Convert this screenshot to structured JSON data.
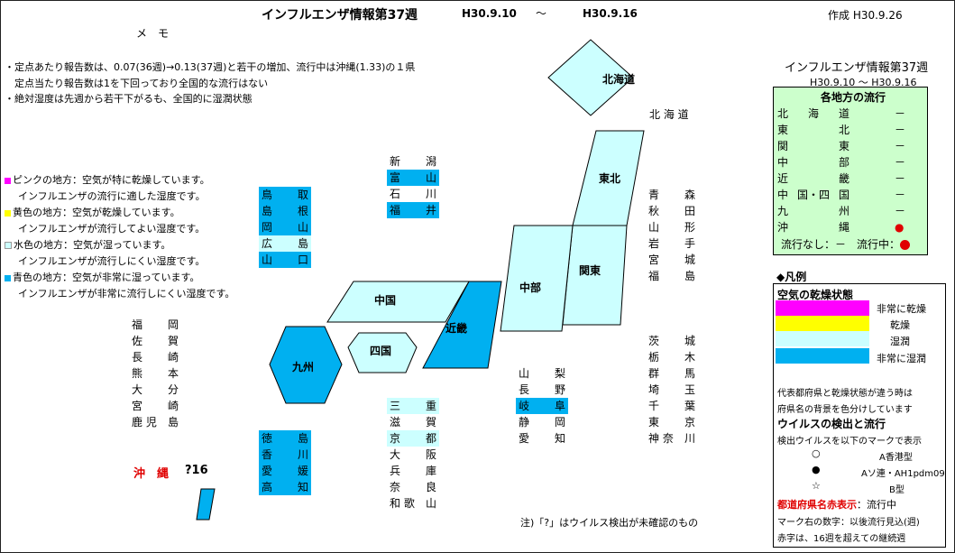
{
  "header": {
    "title": "インフルエンザ情報第37週",
    "date_from": "H30.9.10",
    "tilde": "～",
    "date_to": "H30.9.16",
    "created": "作成 H30.9.26"
  },
  "memo": {
    "title": "メ　モ",
    "lines": [
      "・定点あたり報告数は、0.07(36週)→0.13(37週)と若干の増加、流行中は沖縄(1.33)の１県",
      "　定点当たり報告数は1を下回っており全国的な流行はない",
      "・絶対湿度は先週から若干下がるも、全国的に湿潤状態"
    ]
  },
  "humidity_notes": [
    {
      "color": "#ff00ff",
      "label": "ピンクの地方：空気が特に乾燥しています。",
      "sub": "インフルエンザの流行に適した湿度です。"
    },
    {
      "color": "#ffff00",
      "label": "黄色の地方：空気が乾燥しています。",
      "sub": "インフルエンザが流行してよい湿度です。"
    },
    {
      "color": "#ccffff",
      "label": "水色の地方：空気が湿っています。",
      "sub": "インフルエンザが流行しにくい湿度です。"
    },
    {
      "color": "#00b0f0",
      "label": "青色の地方：空気が非常に湿っています。",
      "sub": "インフルエンザが非常に流行しにくい湿度です。"
    }
  ],
  "regions": {
    "hokkaido": "北海道",
    "tohoku": "東北",
    "kanto": "関東",
    "chubu": "中部",
    "kinki": "近畿",
    "chugoku": "中国",
    "shikoku": "四国",
    "kyushu": "九州"
  },
  "hokkaido_label": "北 海 道",
  "prefs": {
    "chugoku": [
      [
        "鳥",
        "取"
      ],
      [
        "島",
        "根"
      ],
      [
        "岡",
        "山"
      ],
      [
        "広",
        "島"
      ],
      [
        "山",
        "口"
      ]
    ],
    "hokuriku": [
      [
        "新",
        "潟"
      ],
      [
        "富",
        "山"
      ],
      [
        "石",
        "川"
      ],
      [
        "福",
        "井"
      ]
    ],
    "tohoku": [
      [
        "青",
        "森"
      ],
      [
        "秋",
        "田"
      ],
      [
        "山",
        "形"
      ],
      [
        "岩",
        "手"
      ],
      [
        "宮",
        "城"
      ],
      [
        "福",
        "島"
      ]
    ],
    "kyushu": [
      [
        "福",
        "岡"
      ],
      [
        "佐",
        "賀"
      ],
      [
        "長",
        "崎"
      ],
      [
        "熊",
        "本"
      ],
      [
        "大",
        "分"
      ],
      [
        "宮",
        "崎"
      ],
      [
        "鹿 児",
        "島"
      ]
    ],
    "kanto": [
      [
        "茨",
        "城"
      ],
      [
        "栃",
        "木"
      ],
      [
        "群",
        "馬"
      ],
      [
        "埼",
        "玉"
      ],
      [
        "千",
        "葉"
      ],
      [
        "東",
        "京"
      ],
      [
        "神 奈",
        "川"
      ]
    ],
    "chubu": [
      [
        "山",
        "梨"
      ],
      [
        "長",
        "野"
      ],
      [
        "岐",
        "阜"
      ],
      [
        "静",
        "岡"
      ],
      [
        "愛",
        "知"
      ]
    ],
    "kinki": [
      [
        "三",
        "重"
      ],
      [
        "滋",
        "賀"
      ],
      [
        "京",
        "都"
      ],
      [
        "大",
        "阪"
      ],
      [
        "兵",
        "庫"
      ],
      [
        "奈",
        "良"
      ],
      [
        "和 歌",
        "山"
      ]
    ],
    "shikoku": [
      [
        "徳",
        "島"
      ],
      [
        "香",
        "川"
      ],
      [
        "愛",
        "媛"
      ],
      [
        "高",
        "知"
      ]
    ]
  },
  "okinawa": {
    "name": "沖　縄",
    "mark": "?16"
  },
  "note": "注)「?」はウイルス検出が未確認のもの",
  "right_panel": {
    "title": "インフルエンザ情報第37週",
    "dates": "H30.9.10 ～ H30.9.16",
    "table_title": "各地方の流行",
    "rows": [
      {
        "name": [
          "北",
          "海",
          "道"
        ],
        "status": "－"
      },
      {
        "name": [
          "東",
          "",
          "北"
        ],
        "status": "－"
      },
      {
        "name": [
          "関",
          "",
          "東"
        ],
        "status": "－"
      },
      {
        "name": [
          "中",
          "",
          "部"
        ],
        "status": "－"
      },
      {
        "name": [
          "近",
          "",
          "畿"
        ],
        "status": "－"
      },
      {
        "name": [
          "中",
          "国・四",
          "国"
        ],
        "status": "－"
      },
      {
        "name": [
          "九",
          "",
          "州"
        ],
        "status": "－"
      },
      {
        "name": [
          "沖",
          "",
          "縄"
        ],
        "status": "●"
      }
    ],
    "footer_none": "流行なし：－",
    "footer_active": "流行中："
  },
  "legend": {
    "title": "◆凡例",
    "subtitle": "空気の乾燥状態",
    "items": [
      {
        "color": "#ff00ff",
        "label": "非常に乾燥"
      },
      {
        "color": "#ffff00",
        "label": "乾燥"
      },
      {
        "color": "#ccffff",
        "label": "湿潤"
      },
      {
        "color": "#00b0f0",
        "label": "非常に湿潤"
      }
    ],
    "note1": "代表都府県と乾燥状態が違う時は",
    "note2": "府県名の背景を色分けしています",
    "virus_title": "ウイルスの検出と流行",
    "virus_sub": "検出ウイルスを以下のマークで表示",
    "marks": [
      {
        "sym": "○",
        "label": "A香港型"
      },
      {
        "sym": "●",
        "label": "Aソ連・AH1pdm09"
      },
      {
        "sym": "☆",
        "label": "B型"
      }
    ],
    "red_title": "都道府県名赤表示",
    "red_suffix": "：流行中",
    "num_note": "マーク右の数字：以後流行見込(週)",
    "red_note": "赤字は、16週を超えての継続週"
  }
}
